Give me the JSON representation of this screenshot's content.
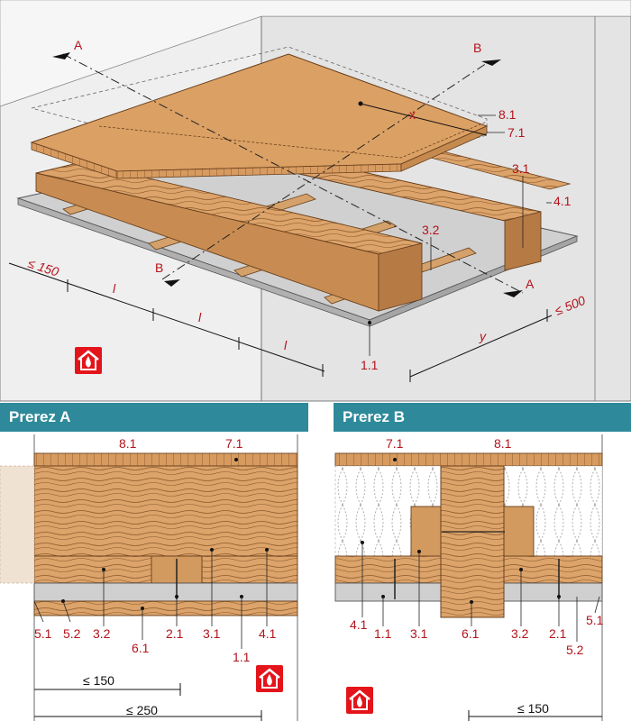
{
  "colors": {
    "label_red": "#b3131b",
    "banner_teal": "#2e8a9a",
    "wood_light": "#e3b27f",
    "wood_mid": "#cf955c",
    "wood_dark": "#7a4a22",
    "board": "#dc9f66",
    "concrete": "#cfcfcf",
    "wall": "#ececec",
    "fire_icon": "#e4141b"
  },
  "icons": [
    "fire-safety-icon"
  ],
  "iso": {
    "section_a": "A",
    "section_b": "B",
    "labels": {
      "l8_1": "8.1",
      "l7_1": "7.1",
      "l3_1": "3.1",
      "l4_1": "4.1",
      "l3_2": "3.2",
      "l1_1": "1.1",
      "x": "x",
      "y": "y",
      "le150": "≤ 150",
      "le500": "≤ 500",
      "span": "l"
    }
  },
  "prerez_a": {
    "title": "Prerez A",
    "labels": [
      "8.1",
      "7.1",
      "3.2",
      "3.1",
      "4.1",
      "5.1",
      "5.2",
      "6.1",
      "2.1",
      "1.1"
    ],
    "dim_150": "≤ 150",
    "dim_250": "≤ 250"
  },
  "prerez_b": {
    "title": "Prerez B",
    "labels": [
      "7.1",
      "8.1",
      "4.1",
      "1.1",
      "3.1",
      "6.1",
      "3.2",
      "2.1",
      "5.1",
      "5.2"
    ],
    "dim_150": "≤ 150"
  }
}
